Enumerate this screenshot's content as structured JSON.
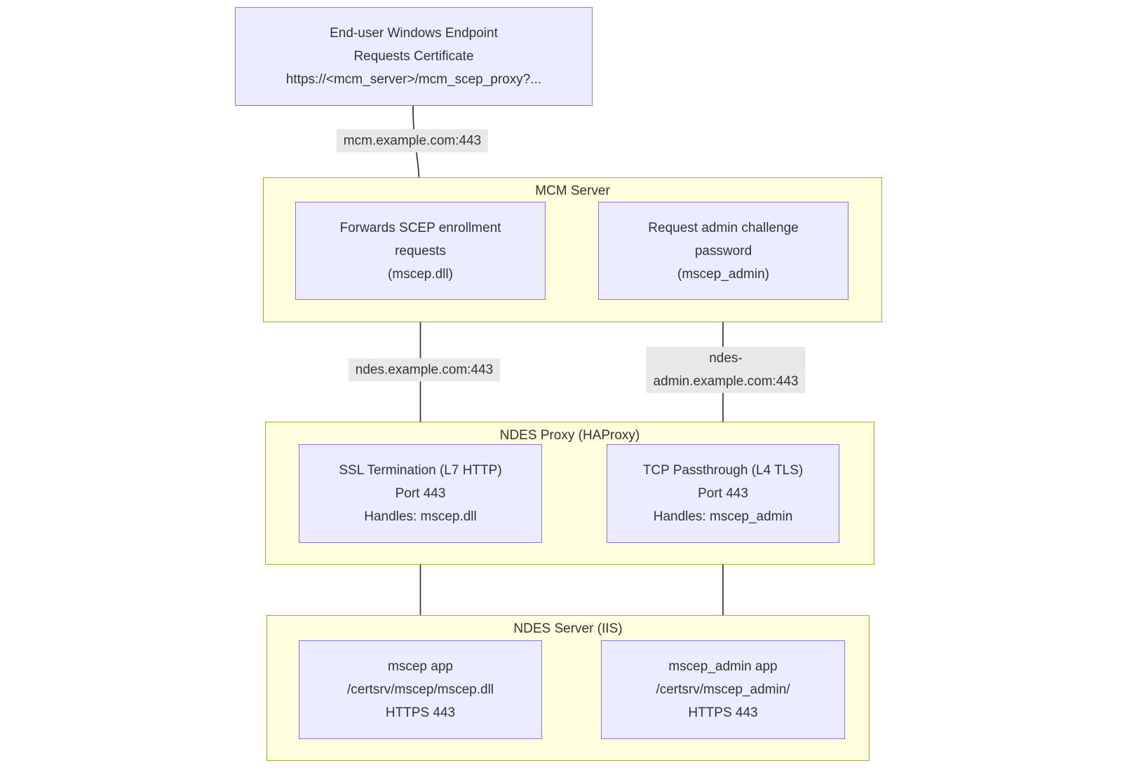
{
  "colors": {
    "node_fill": "#ECECFF",
    "node_border": "#9370DB",
    "cluster_fill": "#FFFFDE",
    "cluster_border": "#AAAA33",
    "edge_label_bg": "#E8E8E8",
    "edge_color": "#333333",
    "text_color": "#333333"
  },
  "diagram": {
    "endpoint": {
      "lines": [
        "End-user Windows Endpoint",
        "Requests Certificate",
        "https://<mcm_server>/mcm_scep_proxy?..."
      ]
    },
    "edges": {
      "mcm": {
        "label": "mcm.example.com:443"
      },
      "ndes": {
        "label": "ndes.example.com:443"
      },
      "ndes_admin": {
        "label_line1": "ndes-",
        "label_line2": "admin.example.com:443"
      }
    },
    "clusters": {
      "mcm": {
        "title": "MCM Server",
        "nodes": {
          "forwards": {
            "lines": [
              "Forwards SCEP enrollment",
              "requests",
              "(mscep.dll)"
            ]
          },
          "admin": {
            "lines": [
              "Request admin challenge",
              "password",
              "(mscep_admin)"
            ]
          }
        }
      },
      "proxy": {
        "title": "NDES Proxy (HAProxy)",
        "nodes": {
          "ssl": {
            "lines": [
              "SSL Termination (L7 HTTP)",
              "Port 443",
              "Handles: mscep.dll"
            ]
          },
          "tcp": {
            "lines": [
              "TCP Passthrough (L4 TLS)",
              "Port 443",
              "Handles: mscep_admin"
            ]
          }
        }
      },
      "server": {
        "title": "NDES Server (IIS)",
        "nodes": {
          "mscep": {
            "lines": [
              "mscep app",
              "/certsrv/mscep/mscep.dll",
              "HTTPS 443"
            ]
          },
          "mscep_admin": {
            "lines": [
              "mscep_admin app",
              "/certsrv/mscep_admin/",
              "HTTPS 443"
            ]
          }
        }
      }
    }
  }
}
